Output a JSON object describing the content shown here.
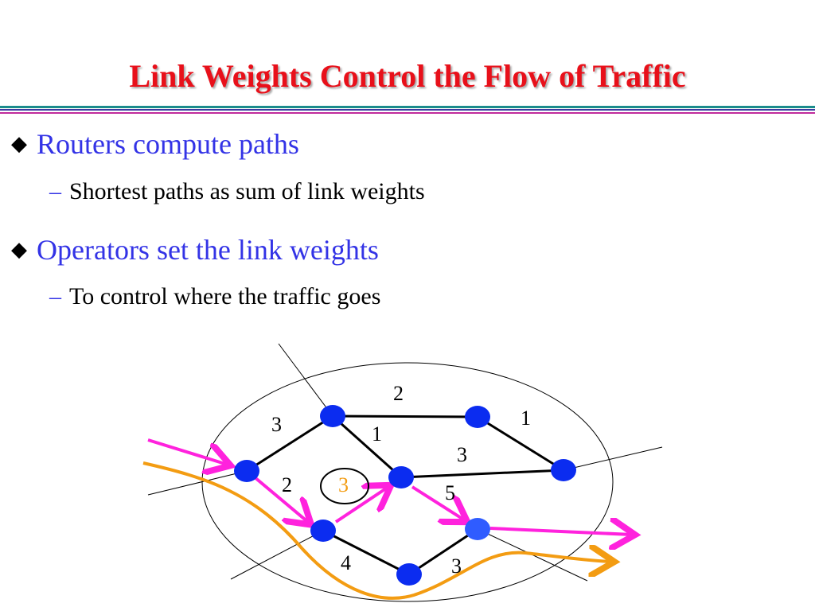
{
  "slide": {
    "title": "Link Weights Control the Flow of Traffic",
    "bullets": [
      {
        "text": "Routers compute paths",
        "sub": "Shortest paths as sum of link weights"
      },
      {
        "text": "Operators set the link weights",
        "sub": "To control where the traffic goes"
      }
    ]
  },
  "diagram": {
    "link_weights": {
      "top_mid": "2",
      "top_right": "1",
      "left_upper": "3",
      "center_diag": "1",
      "center_right": "3",
      "left_lower": "2",
      "circled": "3",
      "center_down": "5",
      "bottom_left": "4",
      "bottom_right": "3"
    },
    "colors": {
      "node": "#0b2cf0",
      "link": "#000000",
      "pink_path": "#ff22dd",
      "orange_path": "#f39c12",
      "circled_weight": "#f39c12"
    }
  }
}
